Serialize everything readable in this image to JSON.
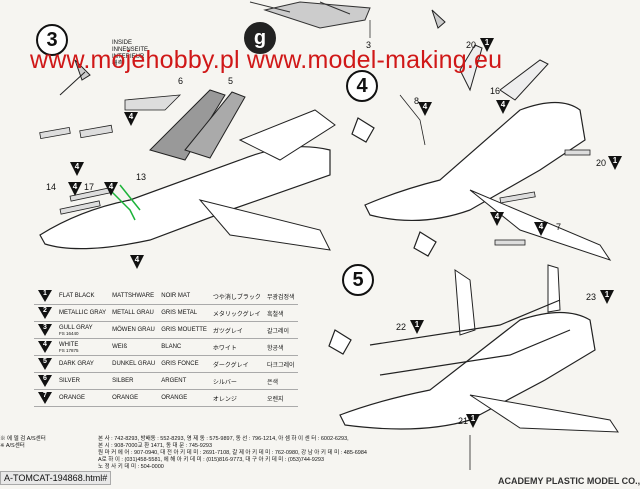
{
  "watermark": {
    "text": "www.mojehobby.pl www.model-making.eu"
  },
  "steps": {
    "s3": "3",
    "s4": "4",
    "s5": "5",
    "s9": "g"
  },
  "inside_note": {
    "line1": "INSIDE",
    "line2": "INNENSEITE",
    "line3": "INTERIEUR",
    "line4": "내측"
  },
  "part_numbers": {
    "n3_top": "3",
    "n4_left": "4",
    "n5": "5",
    "n6": "6",
    "n13": "13",
    "n14": "14",
    "n17": "17",
    "n20a": "20",
    "n20b": "20",
    "n8": "8",
    "n16": "16",
    "n7": "7",
    "n22": "22",
    "n23": "23",
    "n21": "21"
  },
  "callouts": {
    "c4a": "4",
    "c4b": "4",
    "c4c": "4",
    "c4d": "4",
    "c4e": "4",
    "c4f": "4",
    "c4g": "4",
    "c1a": "1",
    "c1b": "1",
    "c1c": "1",
    "c1d": "1",
    "c1e": "1",
    "c4h": "4",
    "c4i": "4"
  },
  "color_table": [
    {
      "code": "1",
      "en": "FLAT BLACK",
      "de": "MATTSHWARE",
      "fr": "NOIR MAT",
      "jp": "つや消しブラック",
      "kr": "무광검정색",
      "sub": ""
    },
    {
      "code": "2",
      "en": "METALLIC GRAY",
      "de": "METALL GRAU",
      "fr": "GRIS METAL",
      "jp": "メタリックグレイ",
      "kr": "흑철색",
      "sub": ""
    },
    {
      "code": "3",
      "en": "GULL GRAY",
      "de": "MÖWEN GRAU",
      "fr": "GRIS MOUETTE",
      "jp": "ガツグレイ",
      "kr": "갈그레이",
      "sub": "FS 16440"
    },
    {
      "code": "4",
      "en": "WHITE",
      "de": "WEIß",
      "fr": "BLANC",
      "jp": "ホワイト",
      "kr": "항공색",
      "sub": "FS 17875"
    },
    {
      "code": "5",
      "en": "DARK GRAY",
      "de": "DUNKEL GRAU",
      "fr": "GRIS FONCE",
      "jp": "ダークグレイ",
      "kr": "다크그레이",
      "sub": ""
    },
    {
      "code": "6",
      "en": "SILVER",
      "de": "SILBER",
      "fr": "ARGENT",
      "jp": "シルバー",
      "kr": "은색",
      "sub": ""
    },
    {
      "code": "7",
      "en": "ORANGE",
      "de": "ORANGE",
      "fr": "ORANGE",
      "jp": "オレンジ",
      "kr": "오렌지",
      "sub": ""
    }
  ],
  "footer": {
    "left1": "※ 에 델 검 A/S센터",
    "left2": "※ A/S센터",
    "row1": "본 사 : 742-8293,  방배동 : 552-8293,  영 제 동 : 575-9897,  동 선 : 796-1214,  아 셈 하 이 센 터 : 6002-6293,",
    "row2": "본 시 : 908-7000교 환 1471,  동 대 문 : 745-9293",
    "row3": "원 마 커 에 어 : 907-0940,  대 전 아 키 데 미 : 2691-7108,  갈 제 아 키 데 미 : 762-0980,  강 남 아 키 데 미 : 485-6984",
    "row4": "A로 하 이 : (031)458-5581,  에 해 아 키 데 미 : (015)816-9773,  대 구 아 키 데 미 : (053)744-9293",
    "row5": "           노 정 사 키 데 미 : 504-0000"
  },
  "tab_label": "A-TOMCAT-194868.html#",
  "brand": "ACADEMY PLASTIC MODEL CO.,LTD."
}
